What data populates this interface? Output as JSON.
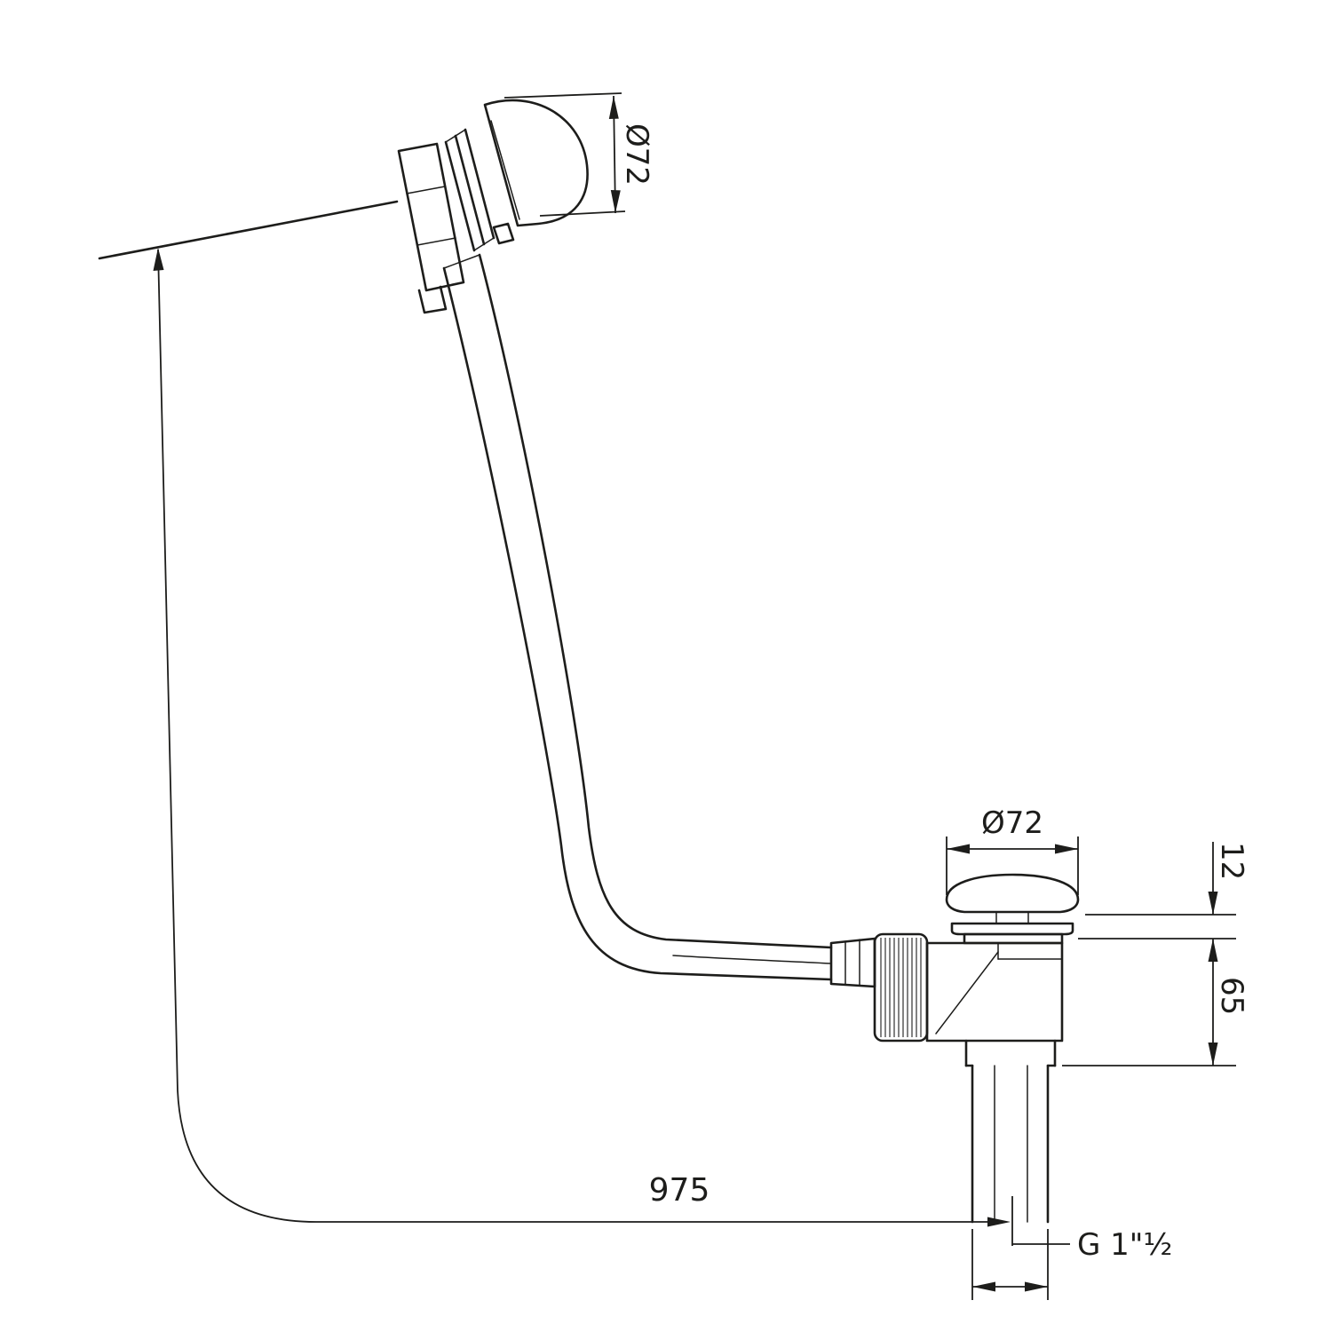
{
  "drawing": {
    "kind": "technical-dimension-drawing",
    "subject": "bath-waste-overflow-filler-with-pop-up-drain",
    "ink": "#1d1d1b",
    "background": "#ffffff"
  },
  "dimensions": {
    "overflow_diameter": "Ø72",
    "drain_cap_diameter": "Ø72",
    "cap_height": "12",
    "body_height": "65",
    "cable_length": "975",
    "thread_size": "G 1\"½"
  }
}
